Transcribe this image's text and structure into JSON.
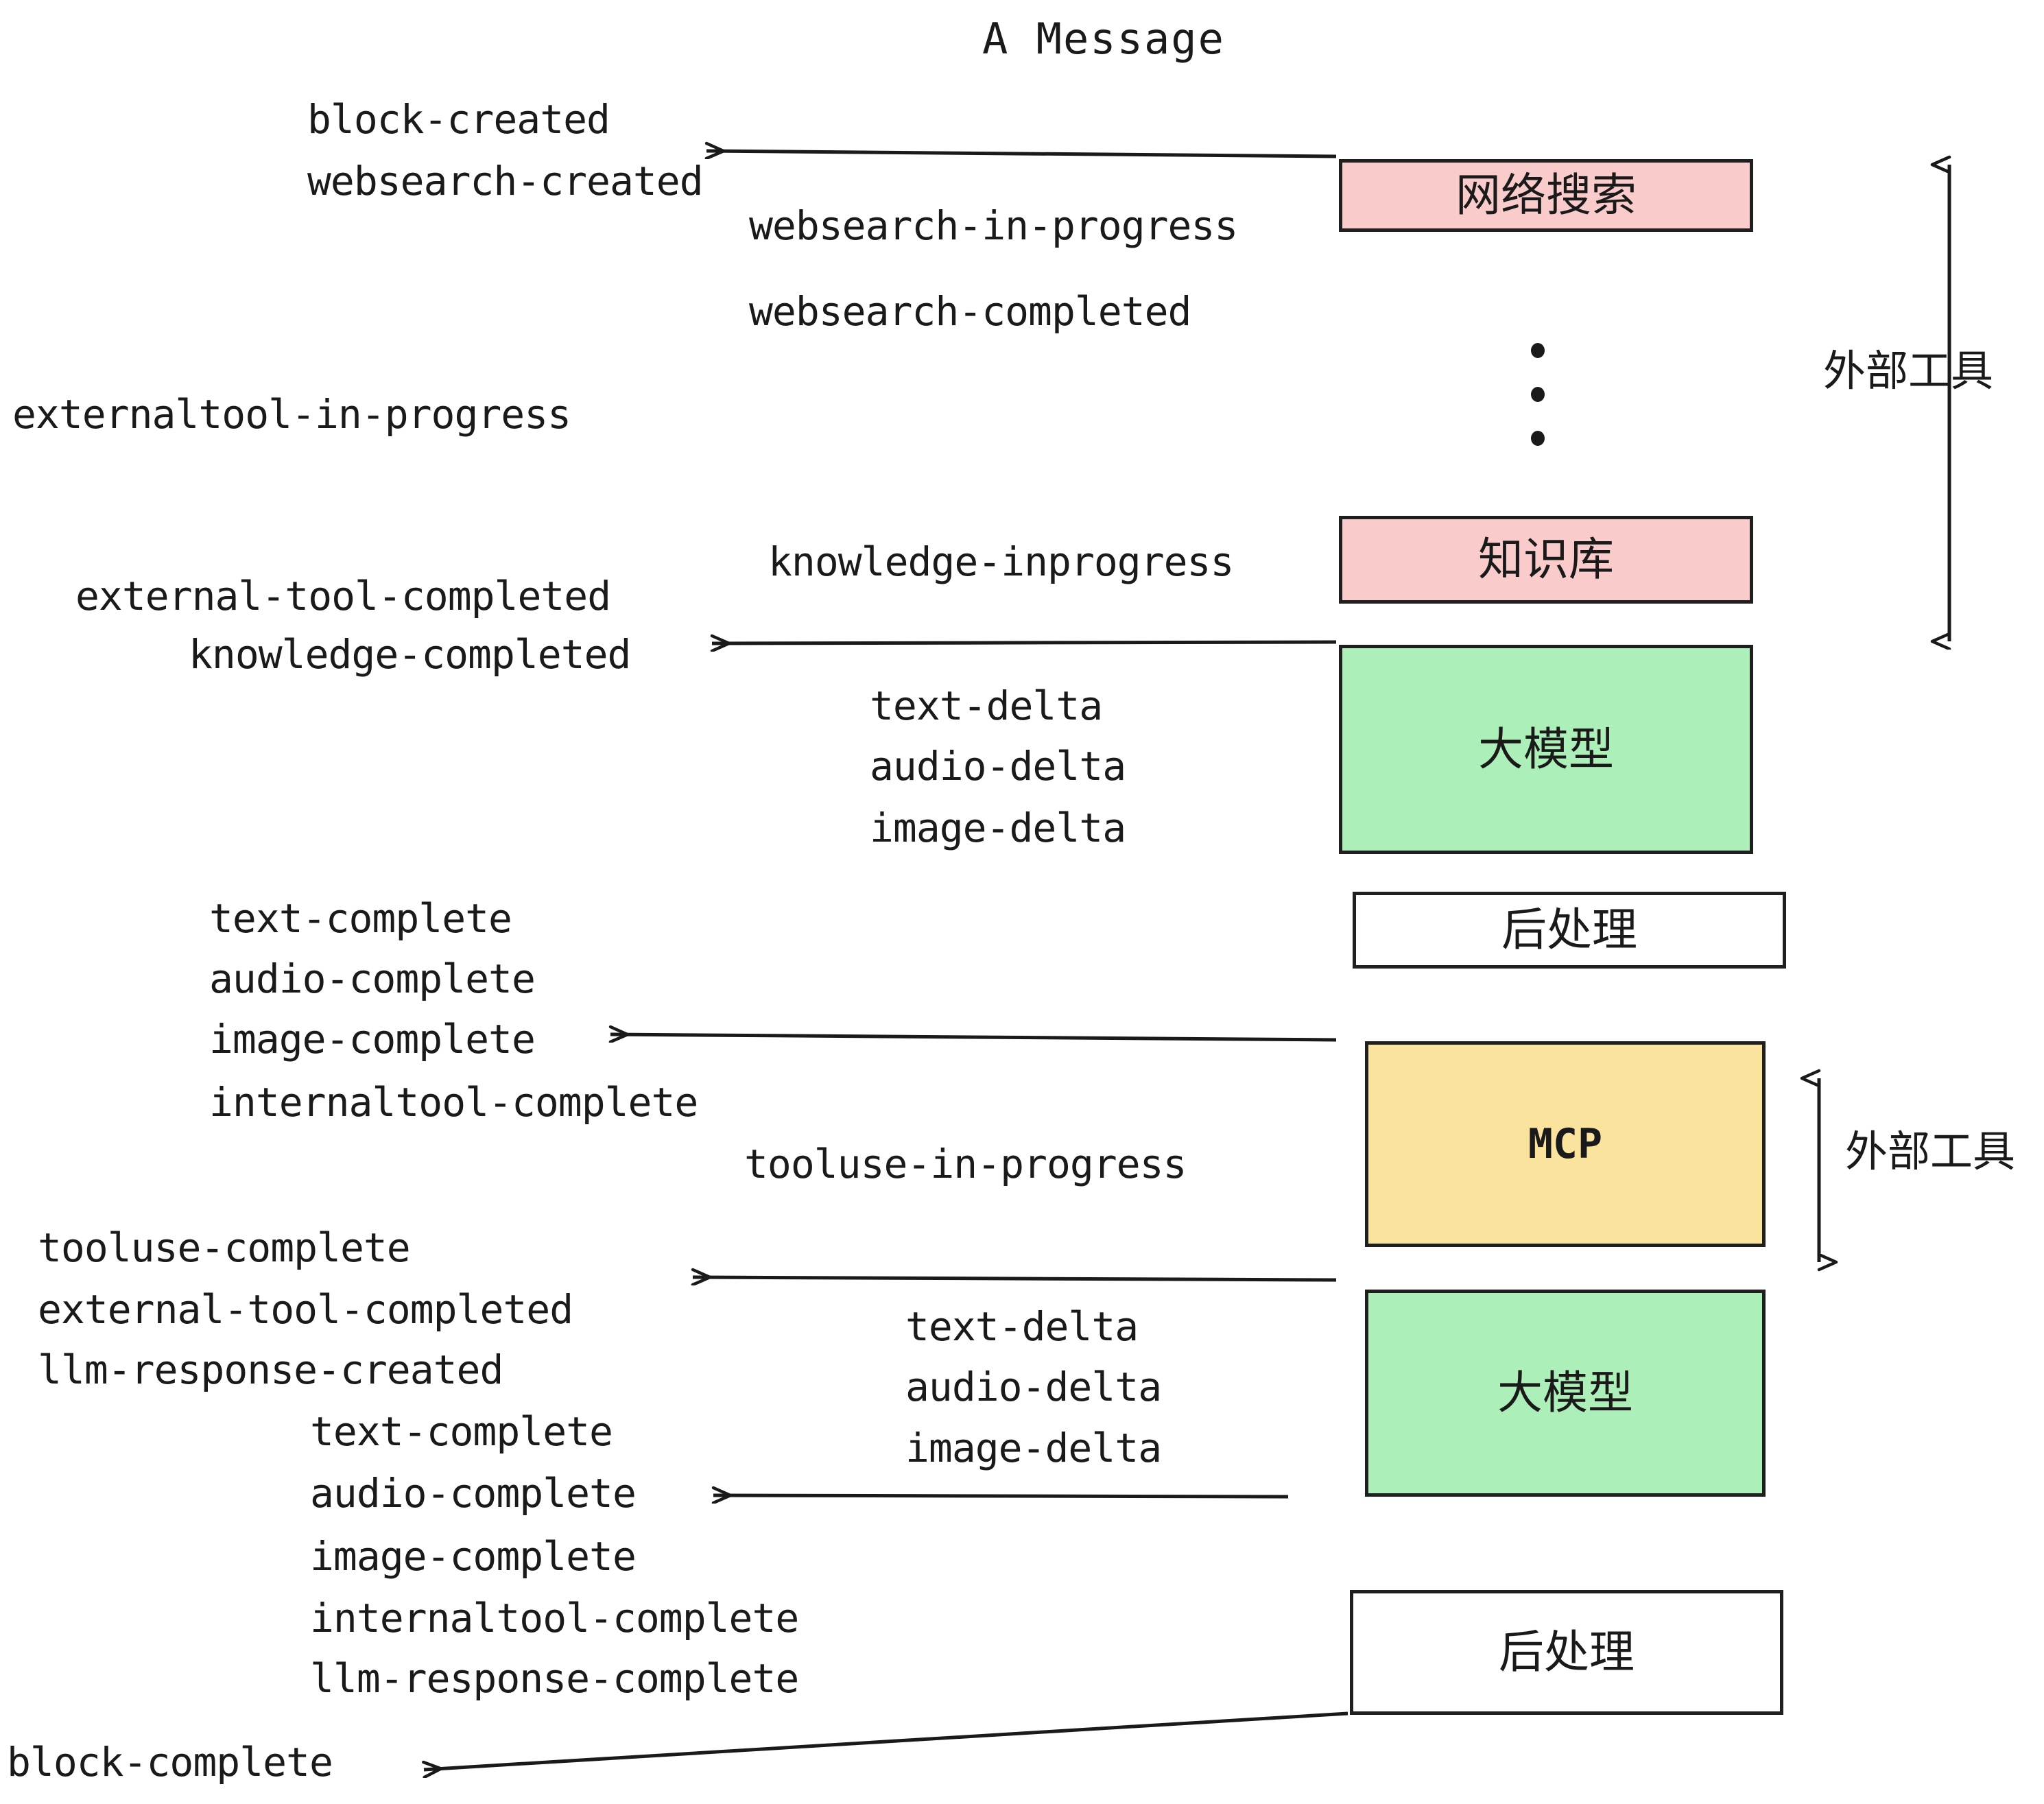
{
  "diagram": {
    "title": "A Message",
    "colors": {
      "external_tool_fill": "#FACBCB",
      "llm_fill": "#ADEFB8",
      "mcp_fill": "#FAE39C",
      "postprocess_fill": "#FFFFFF",
      "stroke": "#1f1f1f",
      "text": "#1a1a1a"
    },
    "boxes": [
      {
        "id": "websearch",
        "label": "网络搜索",
        "fill": "#FACBCB"
      },
      {
        "id": "knowledge",
        "label": "知识库",
        "fill": "#FACBCB"
      },
      {
        "id": "llm-1",
        "label": "大模型",
        "fill": "#ADEFB8"
      },
      {
        "id": "postprocess-1",
        "label": "后处理",
        "fill": "#FFFFFF"
      },
      {
        "id": "mcp",
        "label": "MCP",
        "fill": "#FAE39C"
      },
      {
        "id": "llm-2",
        "label": "大模型",
        "fill": "#ADEFB8"
      },
      {
        "id": "postprocess-2",
        "label": "后处理",
        "fill": "#FFFFFF"
      }
    ],
    "group_labels": [
      {
        "id": "external-tools-top",
        "text": "外部工具"
      },
      {
        "id": "external-tools-bottom",
        "text": "外部工具"
      }
    ],
    "events": {
      "block_created": "block-created",
      "websearch_created": "websearch-created",
      "websearch_in_progress": "websearch-in-progress",
      "websearch_completed": "websearch-completed",
      "externaltool_in_progress": "externaltool-in-progress",
      "knowledge_inprogress": "knowledge-inprogress",
      "external_tool_completed_1": "external-tool-completed",
      "knowledge_completed": "knowledge-completed",
      "text_delta_1": "text-delta",
      "audio_delta_1": "audio-delta",
      "image_delta_1": "image-delta",
      "text_complete_1": "text-complete",
      "audio_complete_1": "audio-complete",
      "image_complete_1": "image-complete",
      "internaltool_complete_1": "internaltool-complete",
      "tooluse_in_progress": "tooluse-in-progress",
      "tooluse_complete": "tooluse-complete",
      "external_tool_completed_2": "external-tool-completed",
      "llm_response_created": "llm-response-created",
      "text_delta_2": "text-delta",
      "audio_delta_2": "audio-delta",
      "image_delta_2": "image-delta",
      "text_complete_2": "text-complete",
      "audio_complete_2": "audio-complete",
      "image_complete_2": "image-complete",
      "internaltool_complete_2": "internaltool-complete",
      "llm_response_complete": "llm-response-complete",
      "block_complete": "block-complete"
    }
  }
}
